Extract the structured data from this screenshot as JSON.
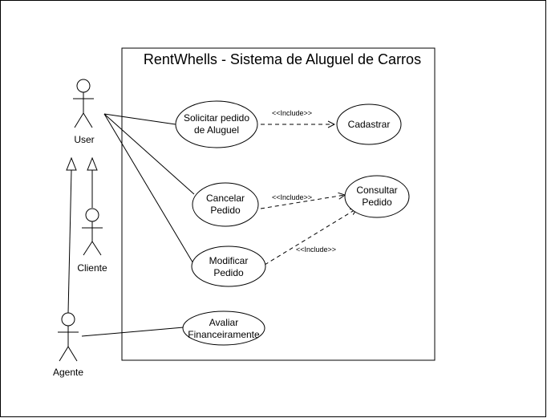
{
  "system": {
    "title": "RentWhells - Sistema de Aluguel de Carros"
  },
  "actors": {
    "user": "User",
    "cliente": "Cliente",
    "agente": "Agente"
  },
  "use_cases": {
    "solicitar": [
      "Solicitar pedido",
      "de Aluguel"
    ],
    "cadastrar": [
      "Cadastrar"
    ],
    "cancelar": [
      "Cancelar",
      "Pedido"
    ],
    "consultar": [
      "Consultar",
      "Pedido"
    ],
    "modificar": [
      "Modificar",
      "Pedido"
    ],
    "avaliar": [
      "Avaliar",
      "Financeiramente"
    ]
  },
  "relations": {
    "include_1": "<<Include>>",
    "include_2": "<<Include>>",
    "include_3": "<<Include>>"
  }
}
